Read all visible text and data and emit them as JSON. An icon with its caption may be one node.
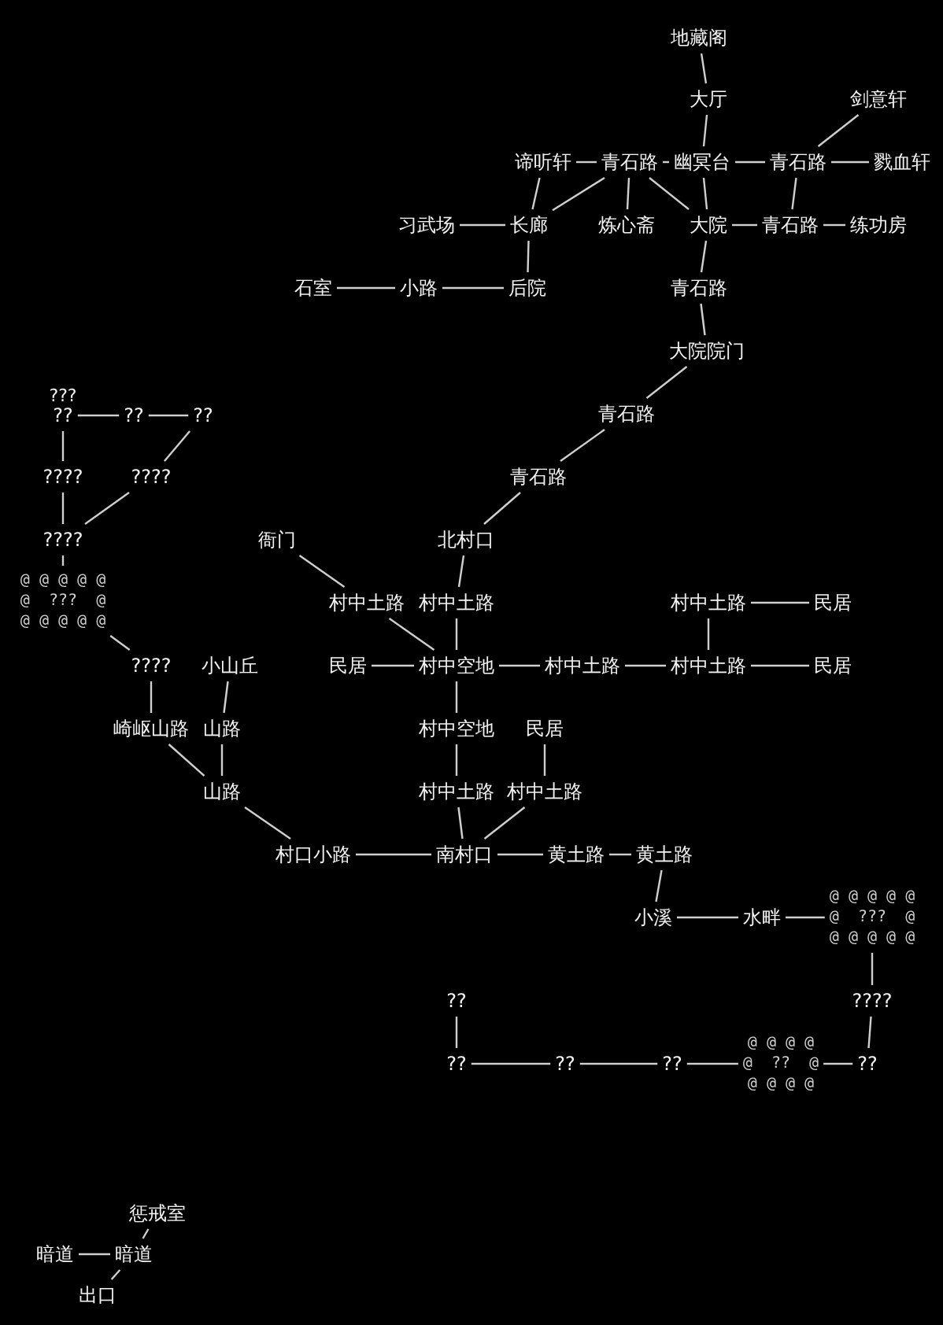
{
  "diagram": {
    "nodes": [
      {
        "text": [
          "地藏阁"
        ]
      },
      {
        "text": [
          "大厅"
        ]
      },
      {
        "text": [
          "剑意轩"
        ]
      },
      {
        "text": [
          "谛听轩"
        ]
      },
      {
        "text": [
          "青石路"
        ]
      },
      {
        "text": [
          "幽冥台"
        ]
      },
      {
        "text": [
          "青石路"
        ]
      },
      {
        "text": [
          "戮血轩"
        ]
      },
      {
        "text": [
          "习武场"
        ]
      },
      {
        "text": [
          "长廊"
        ]
      },
      {
        "text": [
          "炼心斋"
        ]
      },
      {
        "text": [
          "大院"
        ]
      },
      {
        "text": [
          "青石路"
        ]
      },
      {
        "text": [
          "练功房"
        ]
      },
      {
        "text": [
          "石室"
        ]
      },
      {
        "text": [
          "小路"
        ]
      },
      {
        "text": [
          "后院"
        ]
      },
      {
        "text": [
          "青石路"
        ]
      },
      {
        "text": [
          "大院院门"
        ]
      },
      {
        "text": [
          "青石路"
        ]
      },
      {
        "text": [
          "青石路"
        ]
      },
      {
        "text": [
          "??"
        ],
        "beside": [
          "???"
        ]
      },
      {
        "text": [
          "??"
        ]
      },
      {
        "text": [
          "??"
        ]
      },
      {
        "text": [
          "????"
        ]
      },
      {
        "text": [
          "????"
        ]
      },
      {
        "text": [
          "????"
        ]
      },
      {
        "text": [
          "@ @ @ @ @",
          "@  ???  @",
          "@ @ @ @ @"
        ]
      },
      {
        "text": [
          "衙门"
        ]
      },
      {
        "text": [
          "北村口"
        ]
      },
      {
        "text": [
          "村中土路"
        ]
      },
      {
        "text": [
          "村中土路"
        ]
      },
      {
        "text": [
          "村中土路"
        ]
      },
      {
        "text": [
          "民居"
        ]
      },
      {
        "text": [
          "????"
        ]
      },
      {
        "text": [
          "小山丘"
        ]
      },
      {
        "text": [
          "民居"
        ]
      },
      {
        "text": [
          "村中空地"
        ]
      },
      {
        "text": [
          "村中土路"
        ]
      },
      {
        "text": [
          "村中土路"
        ]
      },
      {
        "text": [
          "民居"
        ]
      },
      {
        "text": [
          "崎岖山路"
        ]
      },
      {
        "text": [
          "山路"
        ]
      },
      {
        "text": [
          "村中空地"
        ]
      },
      {
        "text": [
          "民居"
        ]
      },
      {
        "text": [
          "山路"
        ]
      },
      {
        "text": [
          "村中土路"
        ]
      },
      {
        "text": [
          "村中土路"
        ]
      },
      {
        "text": [
          "村口小路"
        ]
      },
      {
        "text": [
          "南村口"
        ]
      },
      {
        "text": [
          "黄土路"
        ]
      },
      {
        "text": [
          "黄土路"
        ]
      },
      {
        "text": [
          "小溪"
        ]
      },
      {
        "text": [
          "水畔"
        ]
      },
      {
        "text": [
          "@ @ @ @ @",
          "@  ???  @",
          "@ @ @ @ @"
        ]
      },
      {
        "text": [
          "????"
        ]
      },
      {
        "text": [
          "??"
        ]
      },
      {
        "text": [
          "??"
        ]
      },
      {
        "text": [
          "??"
        ]
      },
      {
        "text": [
          "??"
        ]
      },
      {
        "text": [
          "@ @ @ @",
          "@  ??  @",
          "@ @ @ @"
        ]
      },
      {
        "text": [
          "??"
        ]
      },
      {
        "text": [
          "惩戒室"
        ]
      },
      {
        "text": [
          "暗道"
        ]
      },
      {
        "text": [
          "暗道"
        ]
      },
      {
        "text": [
          "出口"
        ]
      }
    ],
    "edges": [
      {
        "from": 0,
        "to": 1,
        "arrow": "none"
      },
      {
        "from": 1,
        "to": 5,
        "arrow": "none"
      },
      {
        "from": 2,
        "to": 6,
        "arrow": "none"
      },
      {
        "from": 3,
        "to": 4,
        "arrow": "none"
      },
      {
        "from": 4,
        "to": 5,
        "arrow": "none"
      },
      {
        "from": 5,
        "to": 6,
        "arrow": "none"
      },
      {
        "from": 6,
        "to": 7,
        "arrow": "none"
      },
      {
        "from": 3,
        "to": 9,
        "arrow": "none"
      },
      {
        "from": 4,
        "to": 9,
        "arrow": "none"
      },
      {
        "from": 4,
        "to": 10,
        "arrow": "none"
      },
      {
        "from": 4,
        "to": 11,
        "arrow": "none"
      },
      {
        "from": 5,
        "to": 11,
        "arrow": "none"
      },
      {
        "from": 6,
        "to": 12,
        "arrow": "none"
      },
      {
        "from": 8,
        "to": 9,
        "arrow": "none"
      },
      {
        "from": 9,
        "to": 16,
        "arrow": "none"
      },
      {
        "from": 11,
        "to": 12,
        "arrow": "none"
      },
      {
        "from": 12,
        "to": 13,
        "arrow": "none"
      },
      {
        "from": 14,
        "to": 15,
        "arrow": "none"
      },
      {
        "from": 15,
        "to": 16,
        "arrow": "none"
      },
      {
        "from": 11,
        "to": 17,
        "arrow": "none"
      },
      {
        "from": 17,
        "to": 18,
        "arrow": "none"
      },
      {
        "from": 18,
        "to": 19,
        "arrow": "none"
      },
      {
        "from": 19,
        "to": 20,
        "arrow": "none"
      },
      {
        "from": 20,
        "to": 29,
        "arrow": "none"
      },
      {
        "from": 21,
        "to": 22,
        "arrow": "none"
      },
      {
        "from": 22,
        "to": 23,
        "arrow": "none"
      },
      {
        "from": 21,
        "to": 24,
        "arrow": "none"
      },
      {
        "from": 23,
        "to": 25,
        "arrow": "none"
      },
      {
        "from": 25,
        "to": 26,
        "arrow": "none"
      },
      {
        "from": 24,
        "to": 26,
        "arrow": "none"
      },
      {
        "from": 26,
        "to": 27,
        "arrow": "none"
      },
      {
        "from": 27,
        "to": 34,
        "arrow": "none"
      },
      {
        "from": 34,
        "to": 41,
        "arrow": "none"
      },
      {
        "from": 35,
        "to": 42,
        "arrow": "none"
      },
      {
        "from": 42,
        "to": 45,
        "arrow": "none"
      },
      {
        "from": 41,
        "to": 45,
        "arrow": "none"
      },
      {
        "from": 45,
        "to": 48,
        "arrow": "none"
      },
      {
        "from": 48,
        "to": 49,
        "arrow": "none"
      },
      {
        "from": 28,
        "to": 30,
        "arrow": "none"
      },
      {
        "from": 30,
        "to": 37,
        "arrow": "none"
      },
      {
        "from": 29,
        "to": 31,
        "arrow": "none"
      },
      {
        "from": 31,
        "to": 37,
        "arrow": "none"
      },
      {
        "from": 36,
        "to": 37,
        "arrow": "none"
      },
      {
        "from": 37,
        "to": 38,
        "arrow": "none"
      },
      {
        "from": 38,
        "to": 39,
        "arrow": "none"
      },
      {
        "from": 32,
        "to": 39,
        "arrow": "none"
      },
      {
        "from": 32,
        "to": 33,
        "arrow": "none"
      },
      {
        "from": 39,
        "to": 40,
        "arrow": "none"
      },
      {
        "from": 37,
        "to": 43,
        "arrow": "none"
      },
      {
        "from": 43,
        "to": 46,
        "arrow": "none"
      },
      {
        "from": 44,
        "to": 47,
        "arrow": "none"
      },
      {
        "from": 46,
        "to": 49,
        "arrow": "none"
      },
      {
        "from": 47,
        "to": 49,
        "arrow": "none"
      },
      {
        "from": 49,
        "to": 50,
        "arrow": "none"
      },
      {
        "from": 50,
        "to": 51,
        "arrow": "none"
      },
      {
        "from": 51,
        "to": 52,
        "arrow": "none"
      },
      {
        "from": 52,
        "to": 53,
        "arrow": "none"
      },
      {
        "from": 53,
        "to": 54,
        "arrow": "none"
      },
      {
        "from": 54,
        "to": 55,
        "arrow": "none"
      },
      {
        "from": 55,
        "to": 61,
        "arrow": "none"
      },
      {
        "from": 61,
        "to": 60,
        "arrow": "none"
      },
      {
        "from": 60,
        "to": 59,
        "arrow": "none"
      },
      {
        "from": 59,
        "to": 58,
        "arrow": "none"
      },
      {
        "from": 58,
        "to": 57,
        "arrow": "none"
      },
      {
        "from": 56,
        "to": 57,
        "arrow": "none"
      },
      {
        "from": 62,
        "to": 64,
        "arrow": "none"
      },
      {
        "from": 63,
        "to": 64,
        "arrow": "none"
      },
      {
        "from": 64,
        "to": 65,
        "arrow": "none"
      }
    ]
  }
}
